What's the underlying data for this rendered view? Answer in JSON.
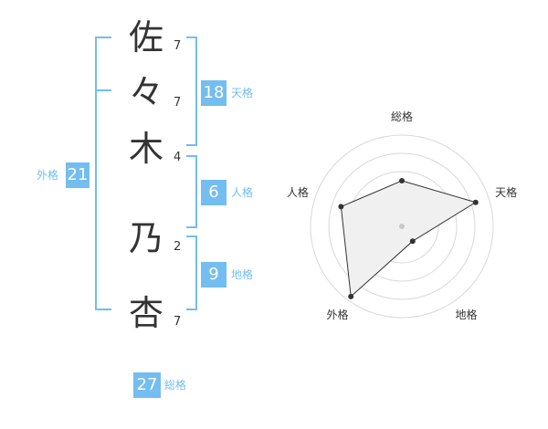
{
  "name_chars": [
    {
      "char": "佐",
      "strokes": "7"
    },
    {
      "char": "々",
      "strokes": "7"
    },
    {
      "char": "木",
      "strokes": "4"
    },
    {
      "char": "乃",
      "strokes": "2"
    },
    {
      "char": "杏",
      "strokes": "7"
    }
  ],
  "scores": {
    "tenkaku": {
      "value": "18",
      "label": "天格"
    },
    "jinkaku": {
      "value": "6",
      "label": "人格"
    },
    "chikaku": {
      "value": "9",
      "label": "地格"
    },
    "gaikaku": {
      "value": "21",
      "label": "外格"
    },
    "soukaku": {
      "value": "27",
      "label": "総格"
    }
  },
  "colors": {
    "accent": "#74bdf0",
    "text": "#333333",
    "radar_fill": "#f0f0f0",
    "radar_grid": "#d8d8d8"
  },
  "chart_data": {
    "type": "radar",
    "axes": [
      "総格",
      "天格",
      "地格",
      "外格",
      "人格"
    ],
    "values": [
      0.5,
      0.85,
      0.2,
      0.95,
      0.7
    ],
    "max": 1,
    "rings": 5
  }
}
